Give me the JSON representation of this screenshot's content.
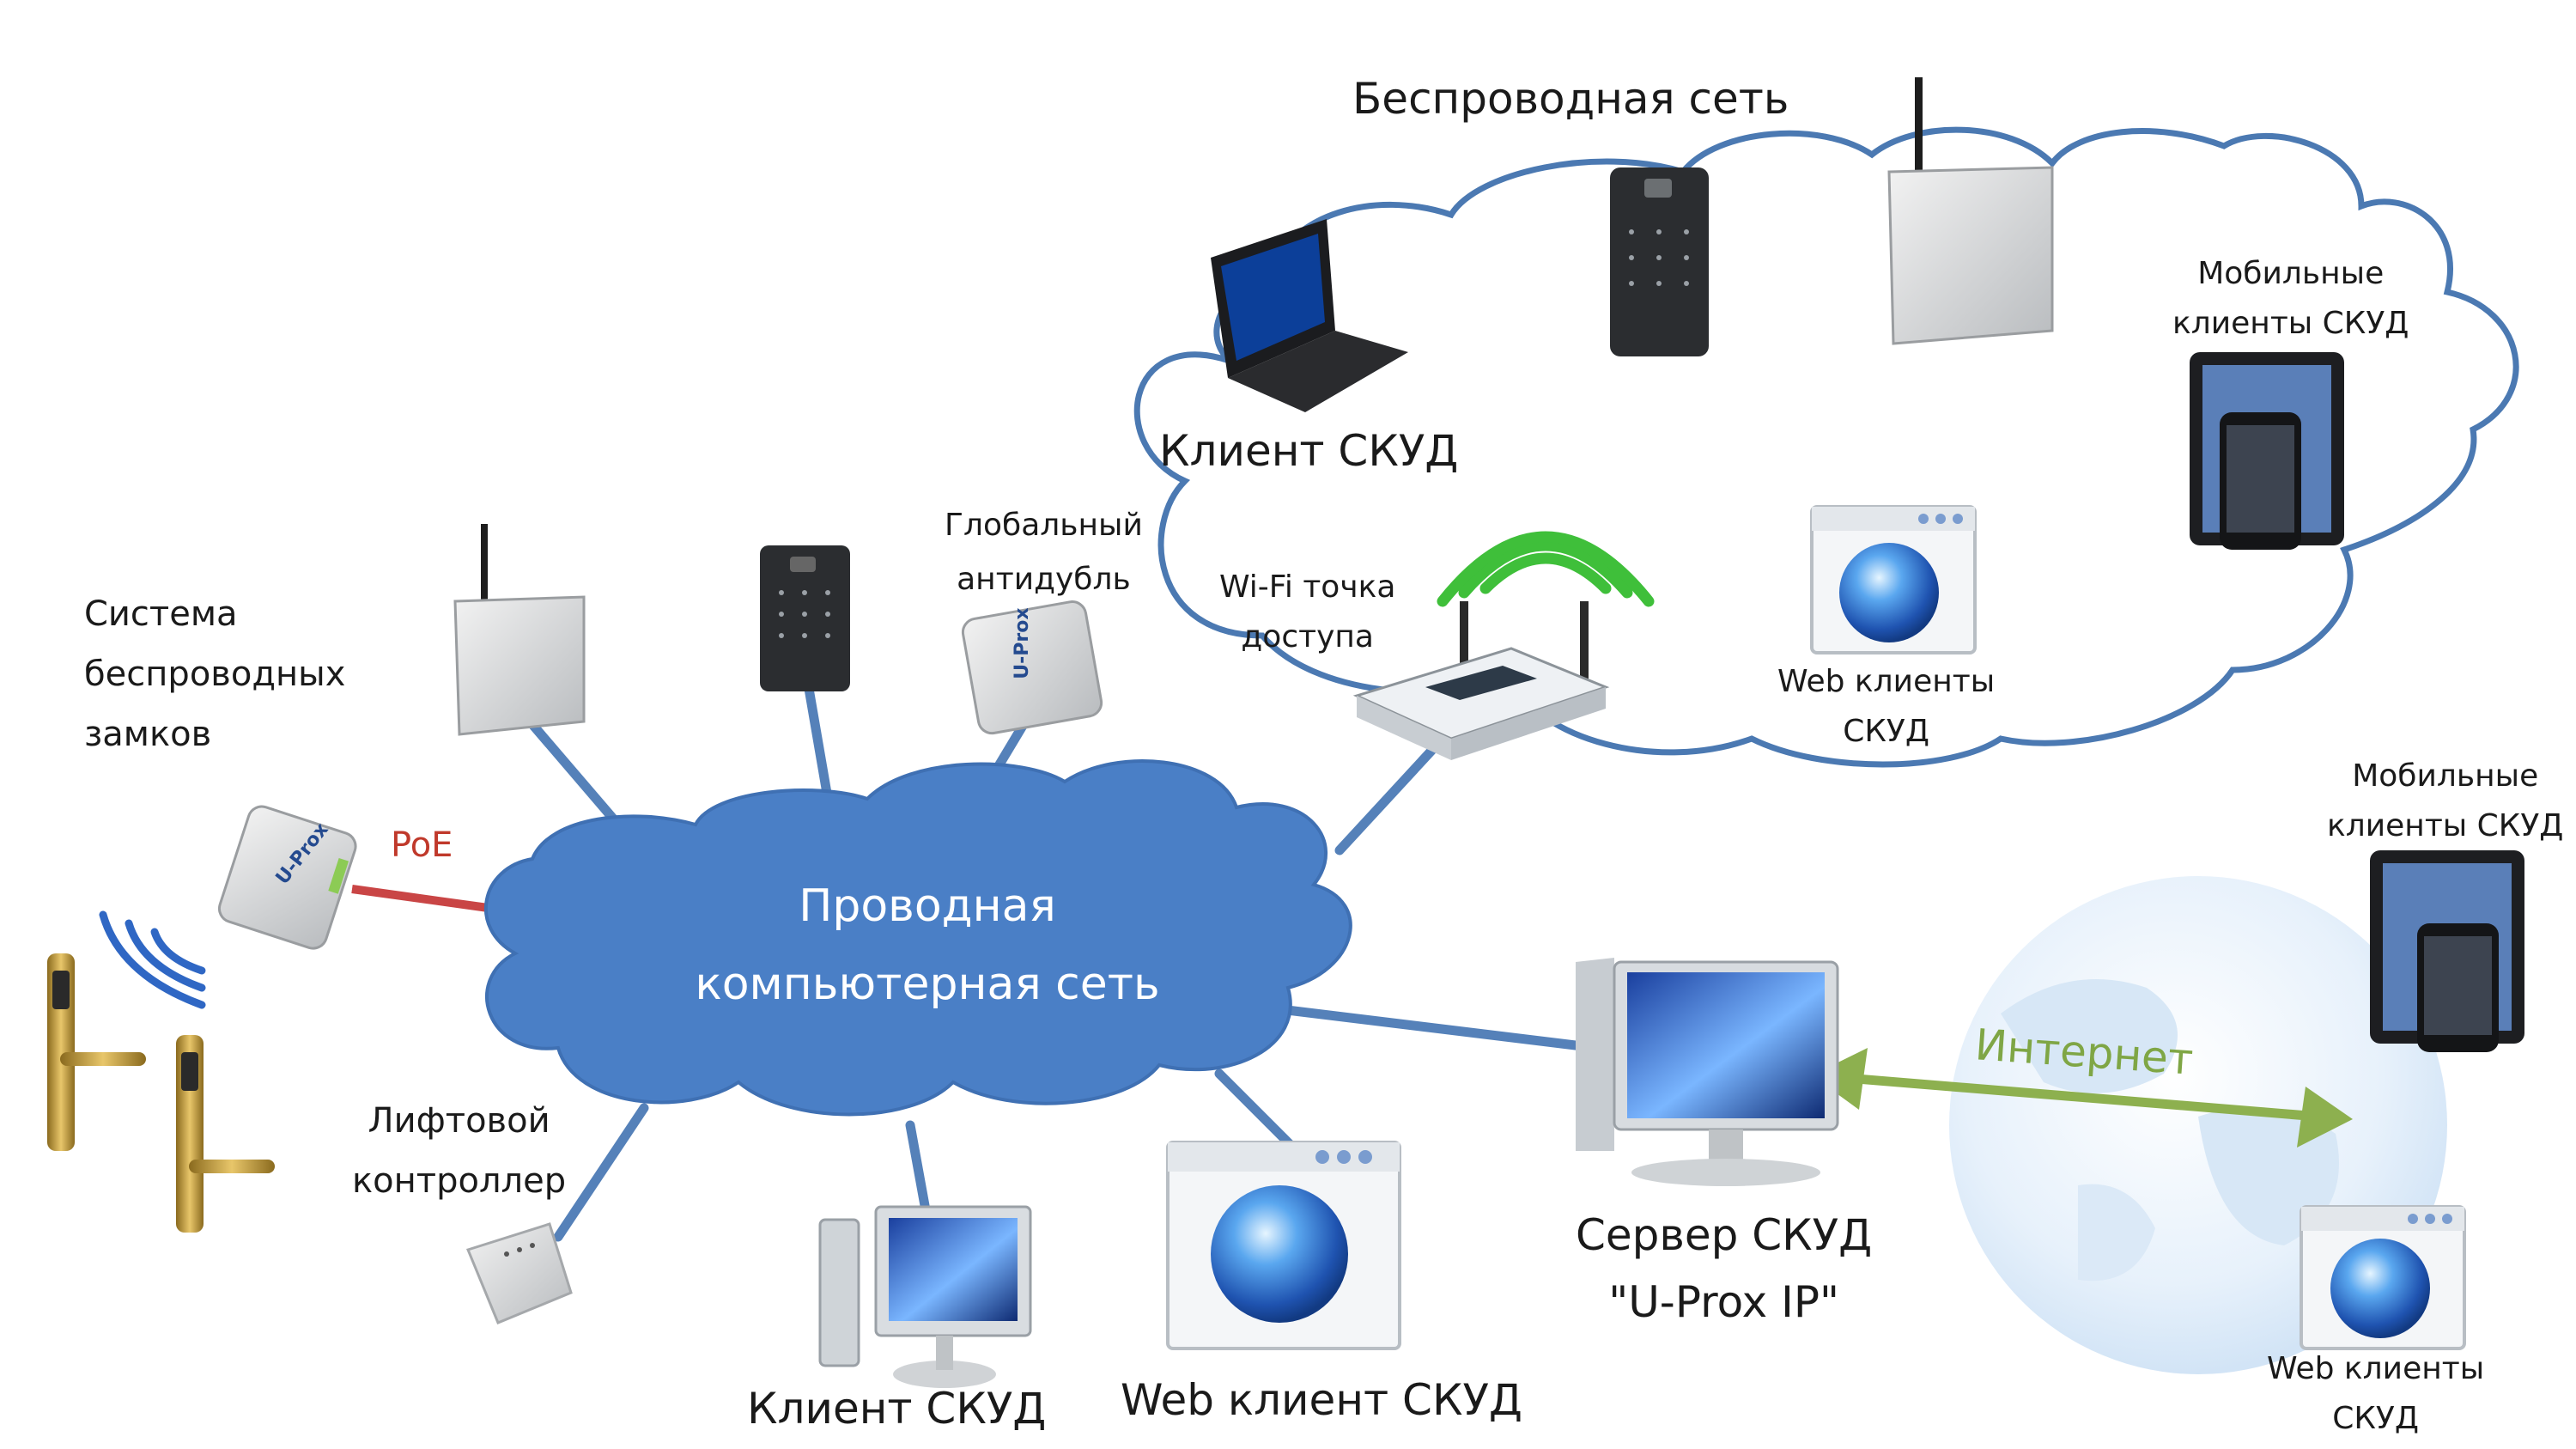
{
  "wireless_network": {
    "title": "Беспроводная сеть"
  },
  "wired_network": {
    "line1": "Проводная",
    "line2": "компьютерная сеть"
  },
  "labels": {
    "wireless_locks": [
      "Система",
      "беспроводных",
      "замков"
    ],
    "poe": "PoE",
    "global_antipassback": [
      "Глобальный",
      "антидубль"
    ],
    "lift_controller": [
      "Лифтовой",
      "контроллер"
    ],
    "client_bottom": "Клиент СКУД",
    "web_client_bottom": "Web клиент СКУД",
    "server": [
      "Сервер СКУД",
      "\"U-Prox IP\""
    ],
    "internet": "Интернет",
    "client_wireless": "Клиент СКУД",
    "wifi_ap": [
      "Wi-Fi точка",
      "доступа"
    ],
    "web_clients_wireless": [
      "Web клиенты",
      "СКУД"
    ],
    "mobile_clients_wireless": [
      "Мобильные",
      "клиенты СКУД"
    ],
    "mobile_clients_internet": [
      "Мобильные",
      "клиенты СКУД"
    ],
    "web_clients_internet": [
      "Web клиенты",
      "СКУД"
    ]
  },
  "device_brand": "U-Prox",
  "colors": {
    "cloud_fill": "#4a7fc6",
    "cloud_outline": "#4b79b2",
    "link": "#5581b9",
    "poe_link": "#c94545",
    "internet_arrow": "#8db04f",
    "globe_blue": "#2a62bd"
  }
}
